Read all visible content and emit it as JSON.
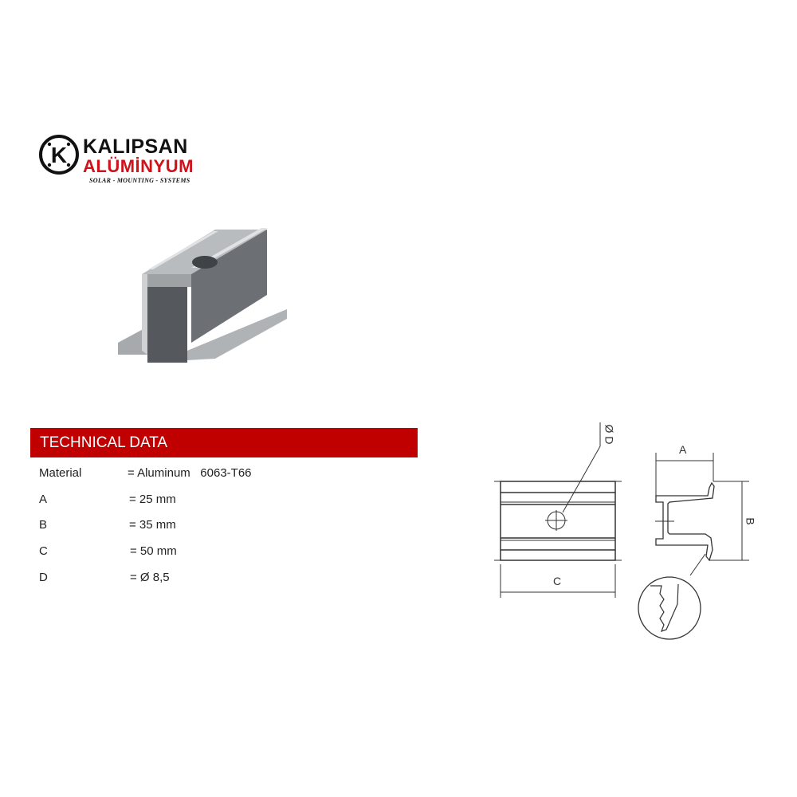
{
  "logo": {
    "letter": "K",
    "name_line1": "KALIPSAN",
    "name_line2": "ALÜMİNYUM",
    "tagline": "SOLAR - MOUNTING - SYSTEMS"
  },
  "section": {
    "title": "TECHNICAL DATA"
  },
  "specs": [
    {
      "label": "Material",
      "value": "= Aluminum   6063-T66"
    },
    {
      "label": "A",
      "value": "= 25 mm"
    },
    {
      "label": "B",
      "value": "= 35 mm"
    },
    {
      "label": "C",
      "value": "= 50 mm"
    },
    {
      "label": "D",
      "value": "= Ø 8,5"
    }
  ],
  "drawing": {
    "label_d": "Ø D",
    "label_a": "A",
    "label_b": "B",
    "label_c": "C"
  },
  "colors": {
    "accent": "#c00000",
    "brand_red": "#d0121b"
  }
}
